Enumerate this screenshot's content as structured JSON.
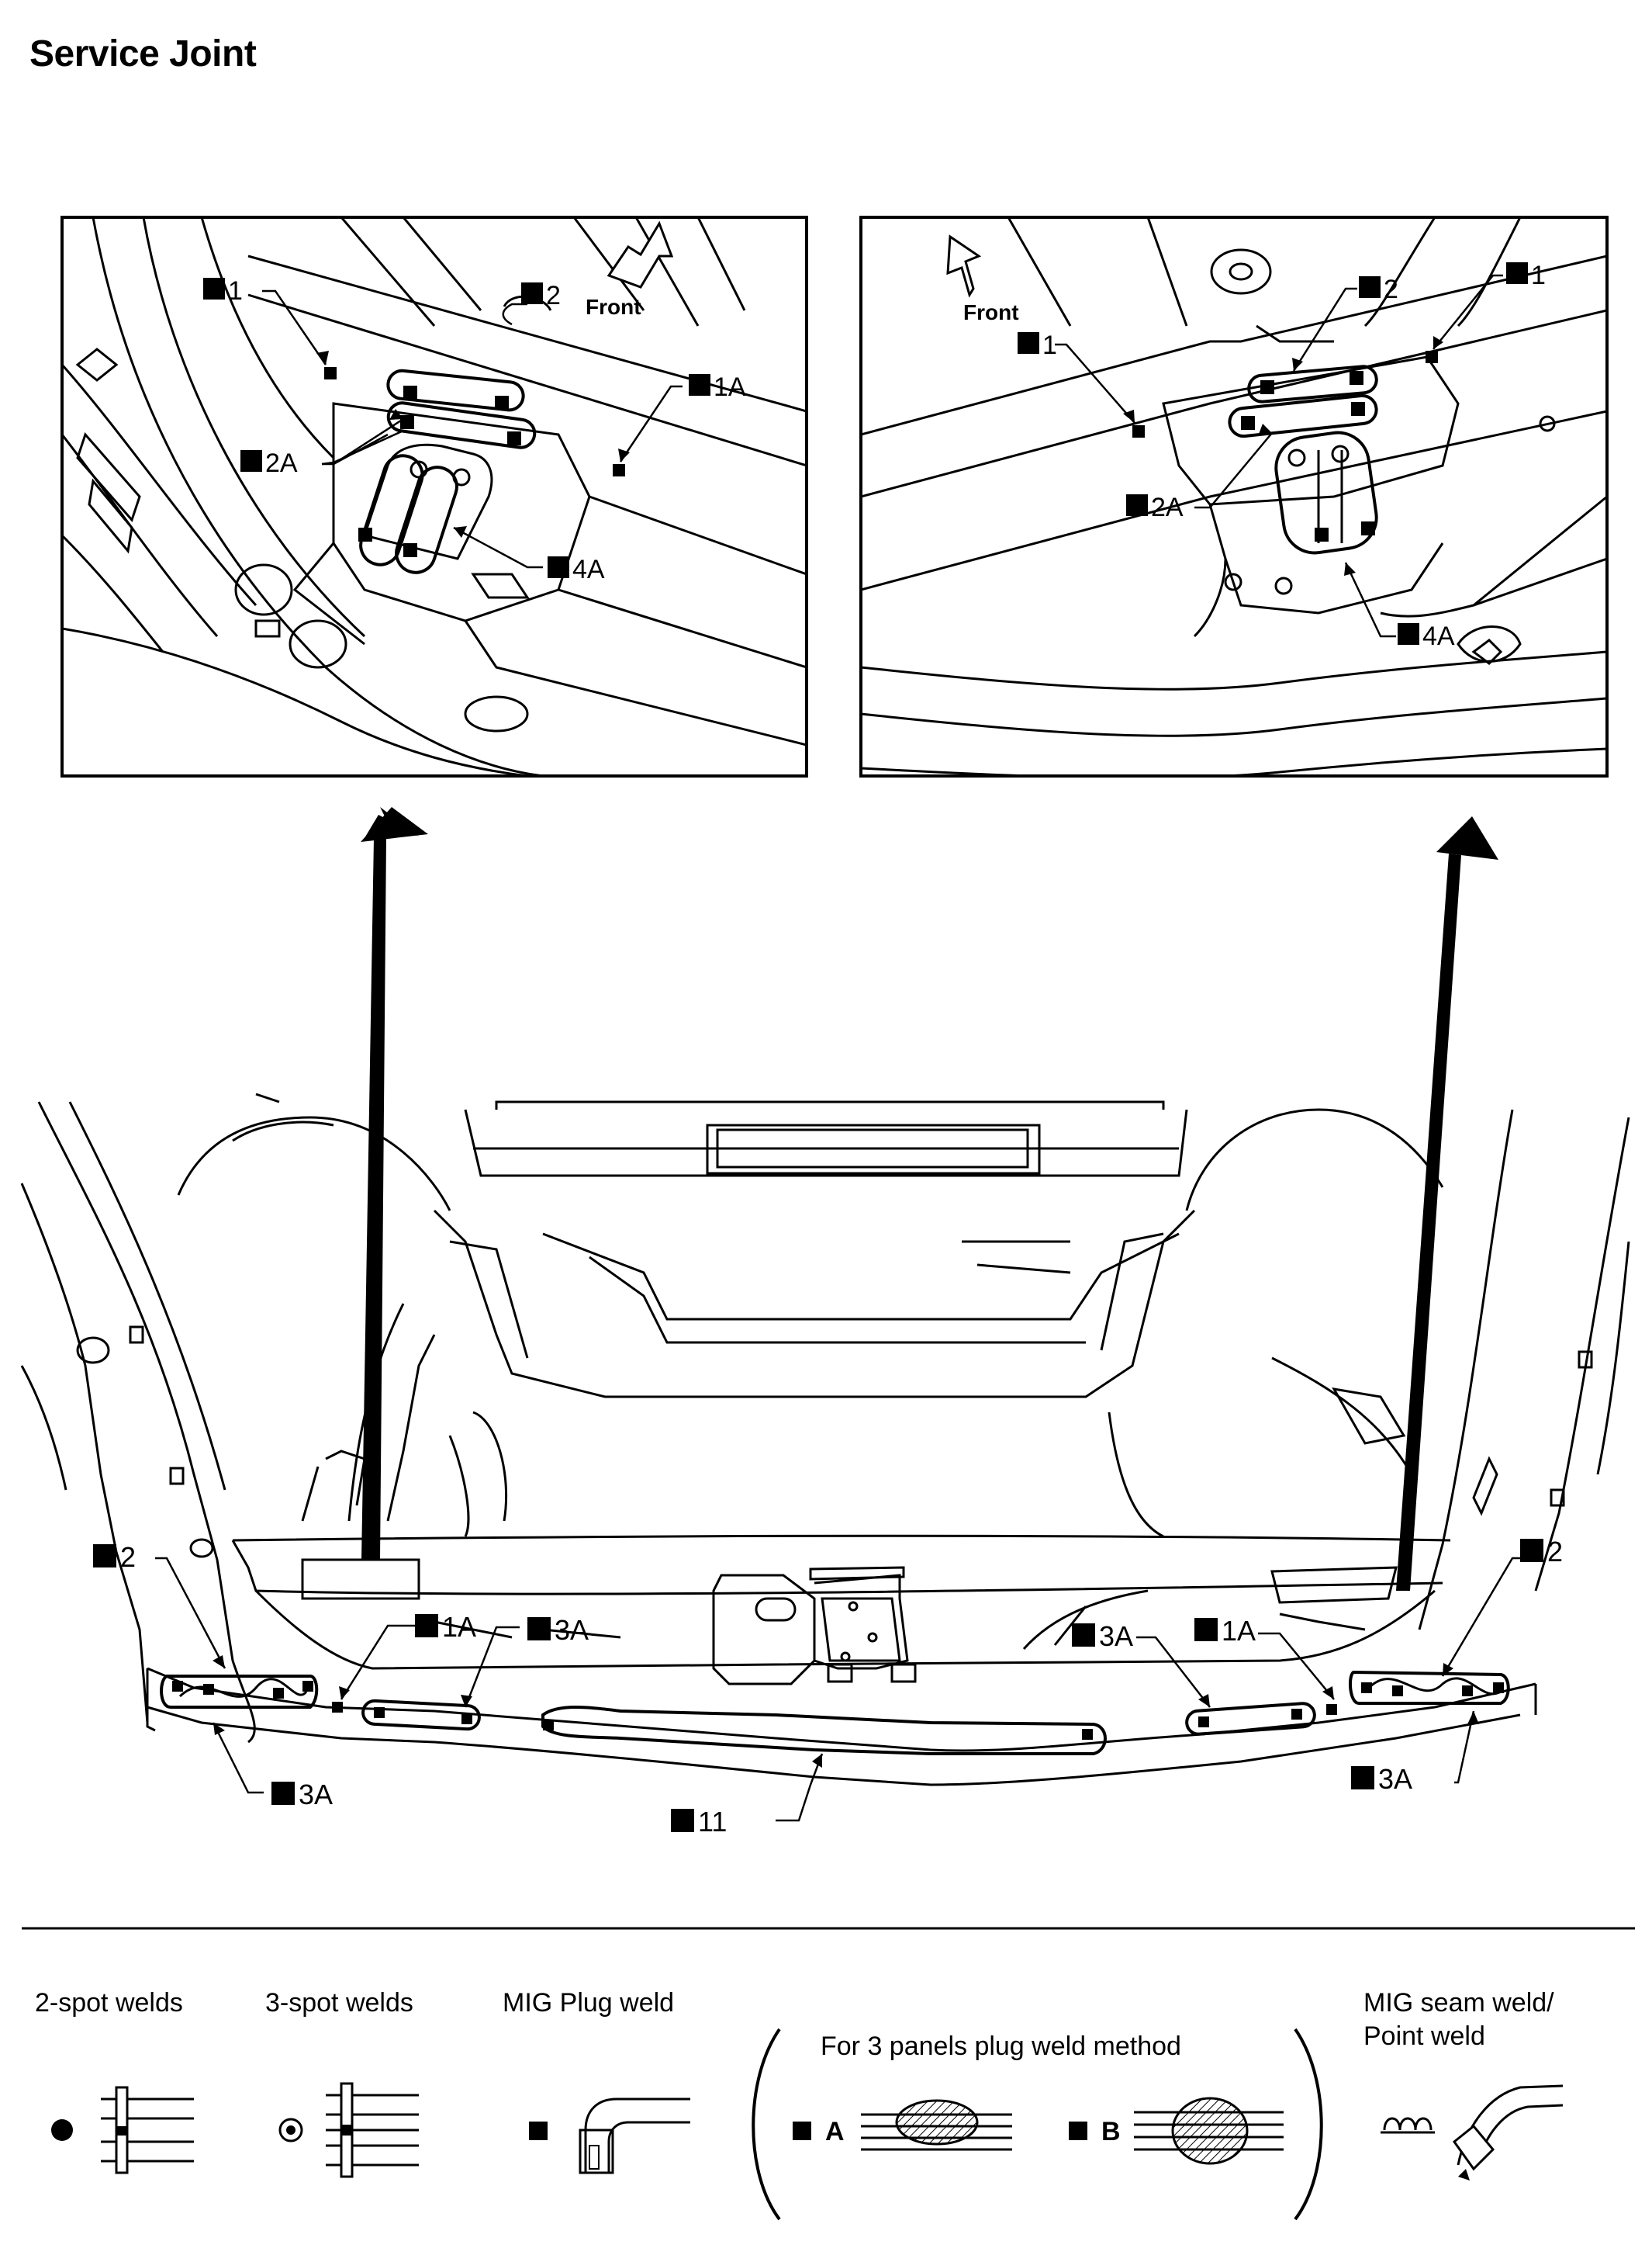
{
  "page": {
    "title": "Service Joint"
  },
  "inset_left": {
    "front_label": "Front",
    "labels": [
      "1",
      "2",
      "1A",
      "2A",
      "4A"
    ]
  },
  "inset_right": {
    "front_label": "Front",
    "labels": [
      "1",
      "2",
      "1",
      "2A",
      "4A"
    ]
  },
  "main_view": {
    "labels": [
      "2",
      "1A",
      "3A",
      "3A",
      "1A",
      "2",
      "3A",
      "3A",
      "11"
    ]
  },
  "legend": {
    "spot2_label": "2-spot welds",
    "spot3_label": "3-spot welds",
    "mig_plug_label": "MIG Plug weld",
    "three_panel_label": "For 3 panels plug weld method",
    "method_a": "A",
    "method_b": "B",
    "mig_seam_label_1": "MIG seam weld/",
    "mig_seam_label_2": "Point weld"
  },
  "colors": {
    "ink": "#000000",
    "paper": "#ffffff"
  }
}
